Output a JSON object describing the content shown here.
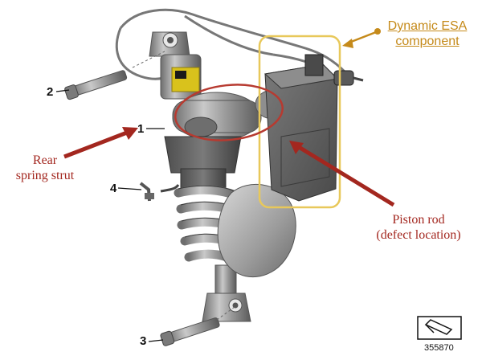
{
  "parts": [
    {
      "number": "1"
    },
    {
      "number": "2"
    },
    {
      "number": "3"
    },
    {
      "number": "4"
    }
  ],
  "annotations": {
    "rear_spring_strut": [
      "Rear",
      "spring strut"
    ],
    "piston_rod": [
      "Piston rod",
      "(defect location)"
    ],
    "esa_component": [
      "Dynamic ESA",
      "component"
    ]
  },
  "reference_number": "355870",
  "colors": {
    "red_annotation": "#a3271f",
    "gold_annotation": "#c58a1a",
    "gold_box": "#e8c85a",
    "part_gray": "#8a8a8a"
  },
  "icons": [
    "doc-reference-icon"
  ]
}
